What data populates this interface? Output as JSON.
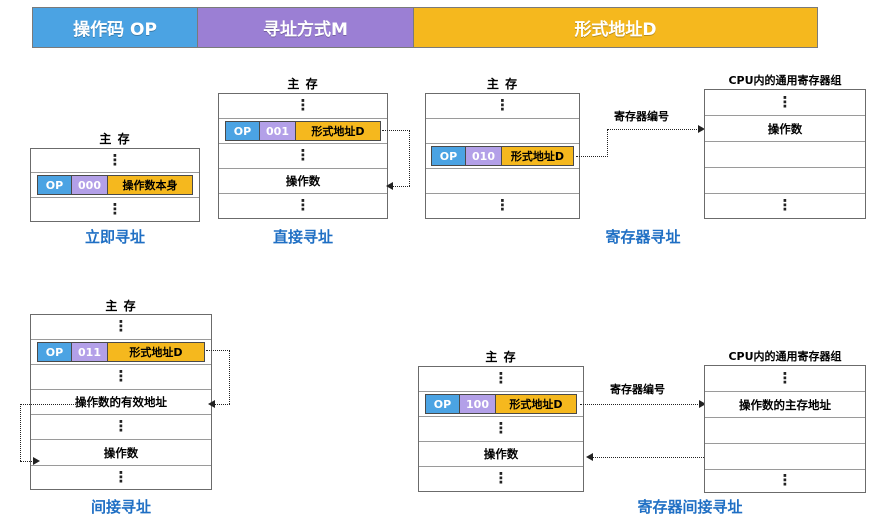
{
  "format_bar": {
    "segments": [
      {
        "label": "操作码 OP",
        "color": "#4ba3e3"
      },
      {
        "label": "寻址方式M",
        "color": "#9b7fd4"
      },
      {
        "label": "形式地址D",
        "color": "#f5b81e"
      }
    ]
  },
  "labels": {
    "main_memory": "主 存",
    "register_file": "CPU内的通用寄存器组",
    "register_number": "寄存器编号",
    "vdots": "⋮"
  },
  "modes": {
    "immediate": {
      "caption": "立即寻址",
      "table_title": "主 存",
      "rows": [
        "⋮",
        "instruction",
        "⋮"
      ],
      "instruction": {
        "op": "OP",
        "m": "000",
        "d": "操作数本身"
      }
    },
    "direct": {
      "caption": "直接寻址",
      "table_title": "主 存",
      "rows": [
        "⋮",
        "instruction",
        "⋮",
        "操作数",
        "⋮"
      ],
      "instruction": {
        "op": "OP",
        "m": "001",
        "d": "形式地址D"
      },
      "operand": "操作数"
    },
    "register": {
      "caption": "寄存器寻址",
      "memory_title": "主 存",
      "memory_rows": [
        "⋮",
        "",
        "instruction",
        "",
        "⋮"
      ],
      "instruction": {
        "op": "OP",
        "m": "010",
        "d": "形式地址D"
      },
      "register_title": "CPU内的通用寄存器组",
      "register_rows": [
        "⋮",
        "操作数",
        "",
        "",
        "⋮"
      ],
      "connector_label": "寄存器编号"
    },
    "indirect": {
      "caption": "间接寻址",
      "table_title": "主 存",
      "rows": [
        "⋮",
        "instruction",
        "⋮",
        "操作数的有效地址",
        "⋮",
        "操作数",
        "⋮"
      ],
      "instruction": {
        "op": "OP",
        "m": "011",
        "d": "形式地址D"
      },
      "effective_address": "操作数的有效地址",
      "operand": "操作数"
    },
    "register_indirect": {
      "caption": "寄存器间接寻址",
      "memory_title": "主 存",
      "memory_rows": [
        "⋮",
        "instruction",
        "⋮",
        "操作数",
        "⋮"
      ],
      "instruction": {
        "op": "OP",
        "m": "100",
        "d": "形式地址D"
      },
      "operand": "操作数",
      "register_title": "CPU内的通用寄存器组",
      "register_rows": [
        "⋮",
        "操作数的主存地址",
        "",
        "",
        "⋮"
      ],
      "connector_label": "寄存器编号"
    }
  }
}
